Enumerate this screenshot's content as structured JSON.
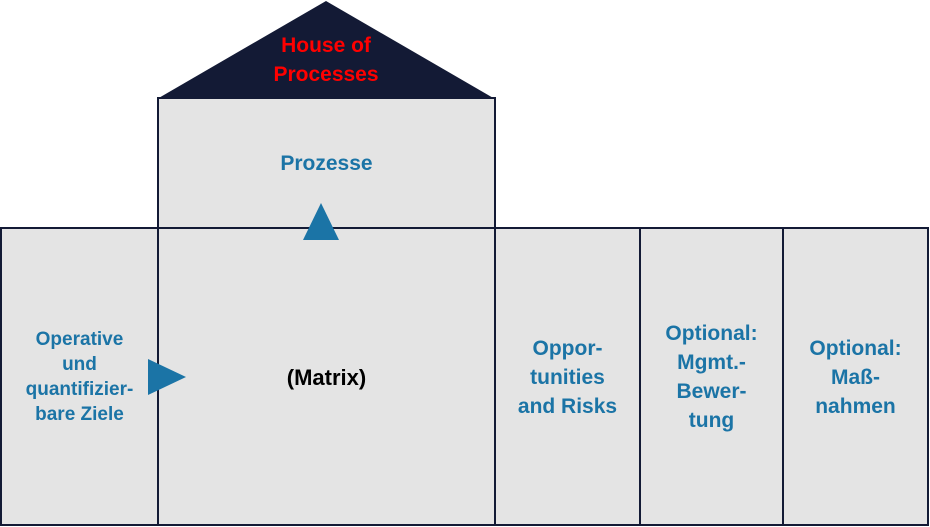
{
  "roof": {
    "title": "House of\nProcesses"
  },
  "upper_box": {
    "label": "Prozesse"
  },
  "left_box": {
    "label": "Operative\nund\nquantifizier-\nbare Ziele"
  },
  "matrix_box": {
    "label": "(Matrix)"
  },
  "column_1": {
    "label": "Oppor-\ntunities\nand Risks"
  },
  "column_2": {
    "label": "Optional:\nMgmt.-\nBewer-\ntung"
  },
  "column_3": {
    "label": "Optional:\nMaß-\nnahmen"
  },
  "colors": {
    "roof": "#131a35",
    "box_fill": "#e4e4e4",
    "border": "#131a35",
    "label_blue": "#1b74a6",
    "roof_text": "#ff0000",
    "arrow": "#1b74a6"
  }
}
